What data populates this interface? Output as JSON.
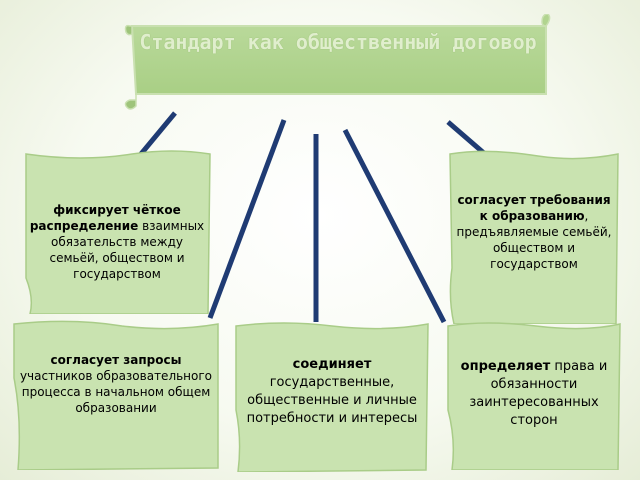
{
  "diagram": {
    "title": "Стандарт как общественный договор",
    "boxes": [
      {
        "id": "top-left",
        "bold": "фиксирует чёткое распределение",
        "text": " взаимных обязательств между семьёй, обществом и государством"
      },
      {
        "id": "top-right",
        "bold": "согласует требования к образованию",
        "text": ", предъявляемые семьёй, обществом и государством"
      },
      {
        "id": "bottom-left",
        "bold": "согласует запросы",
        "text": " участников образовательного процесса в начальном общем образовании"
      },
      {
        "id": "bottom-center",
        "bold": "соединяет",
        "text": " государственные, общественные и личные потребности и интересы"
      },
      {
        "id": "bottom-right",
        "bold": "определяет",
        "text": " права и обязанности заинтересованных сторон"
      }
    ],
    "colors": {
      "box_fill": "#c9e3b0",
      "box_border": "#a9cc88",
      "connector": "#1f3b73"
    }
  }
}
